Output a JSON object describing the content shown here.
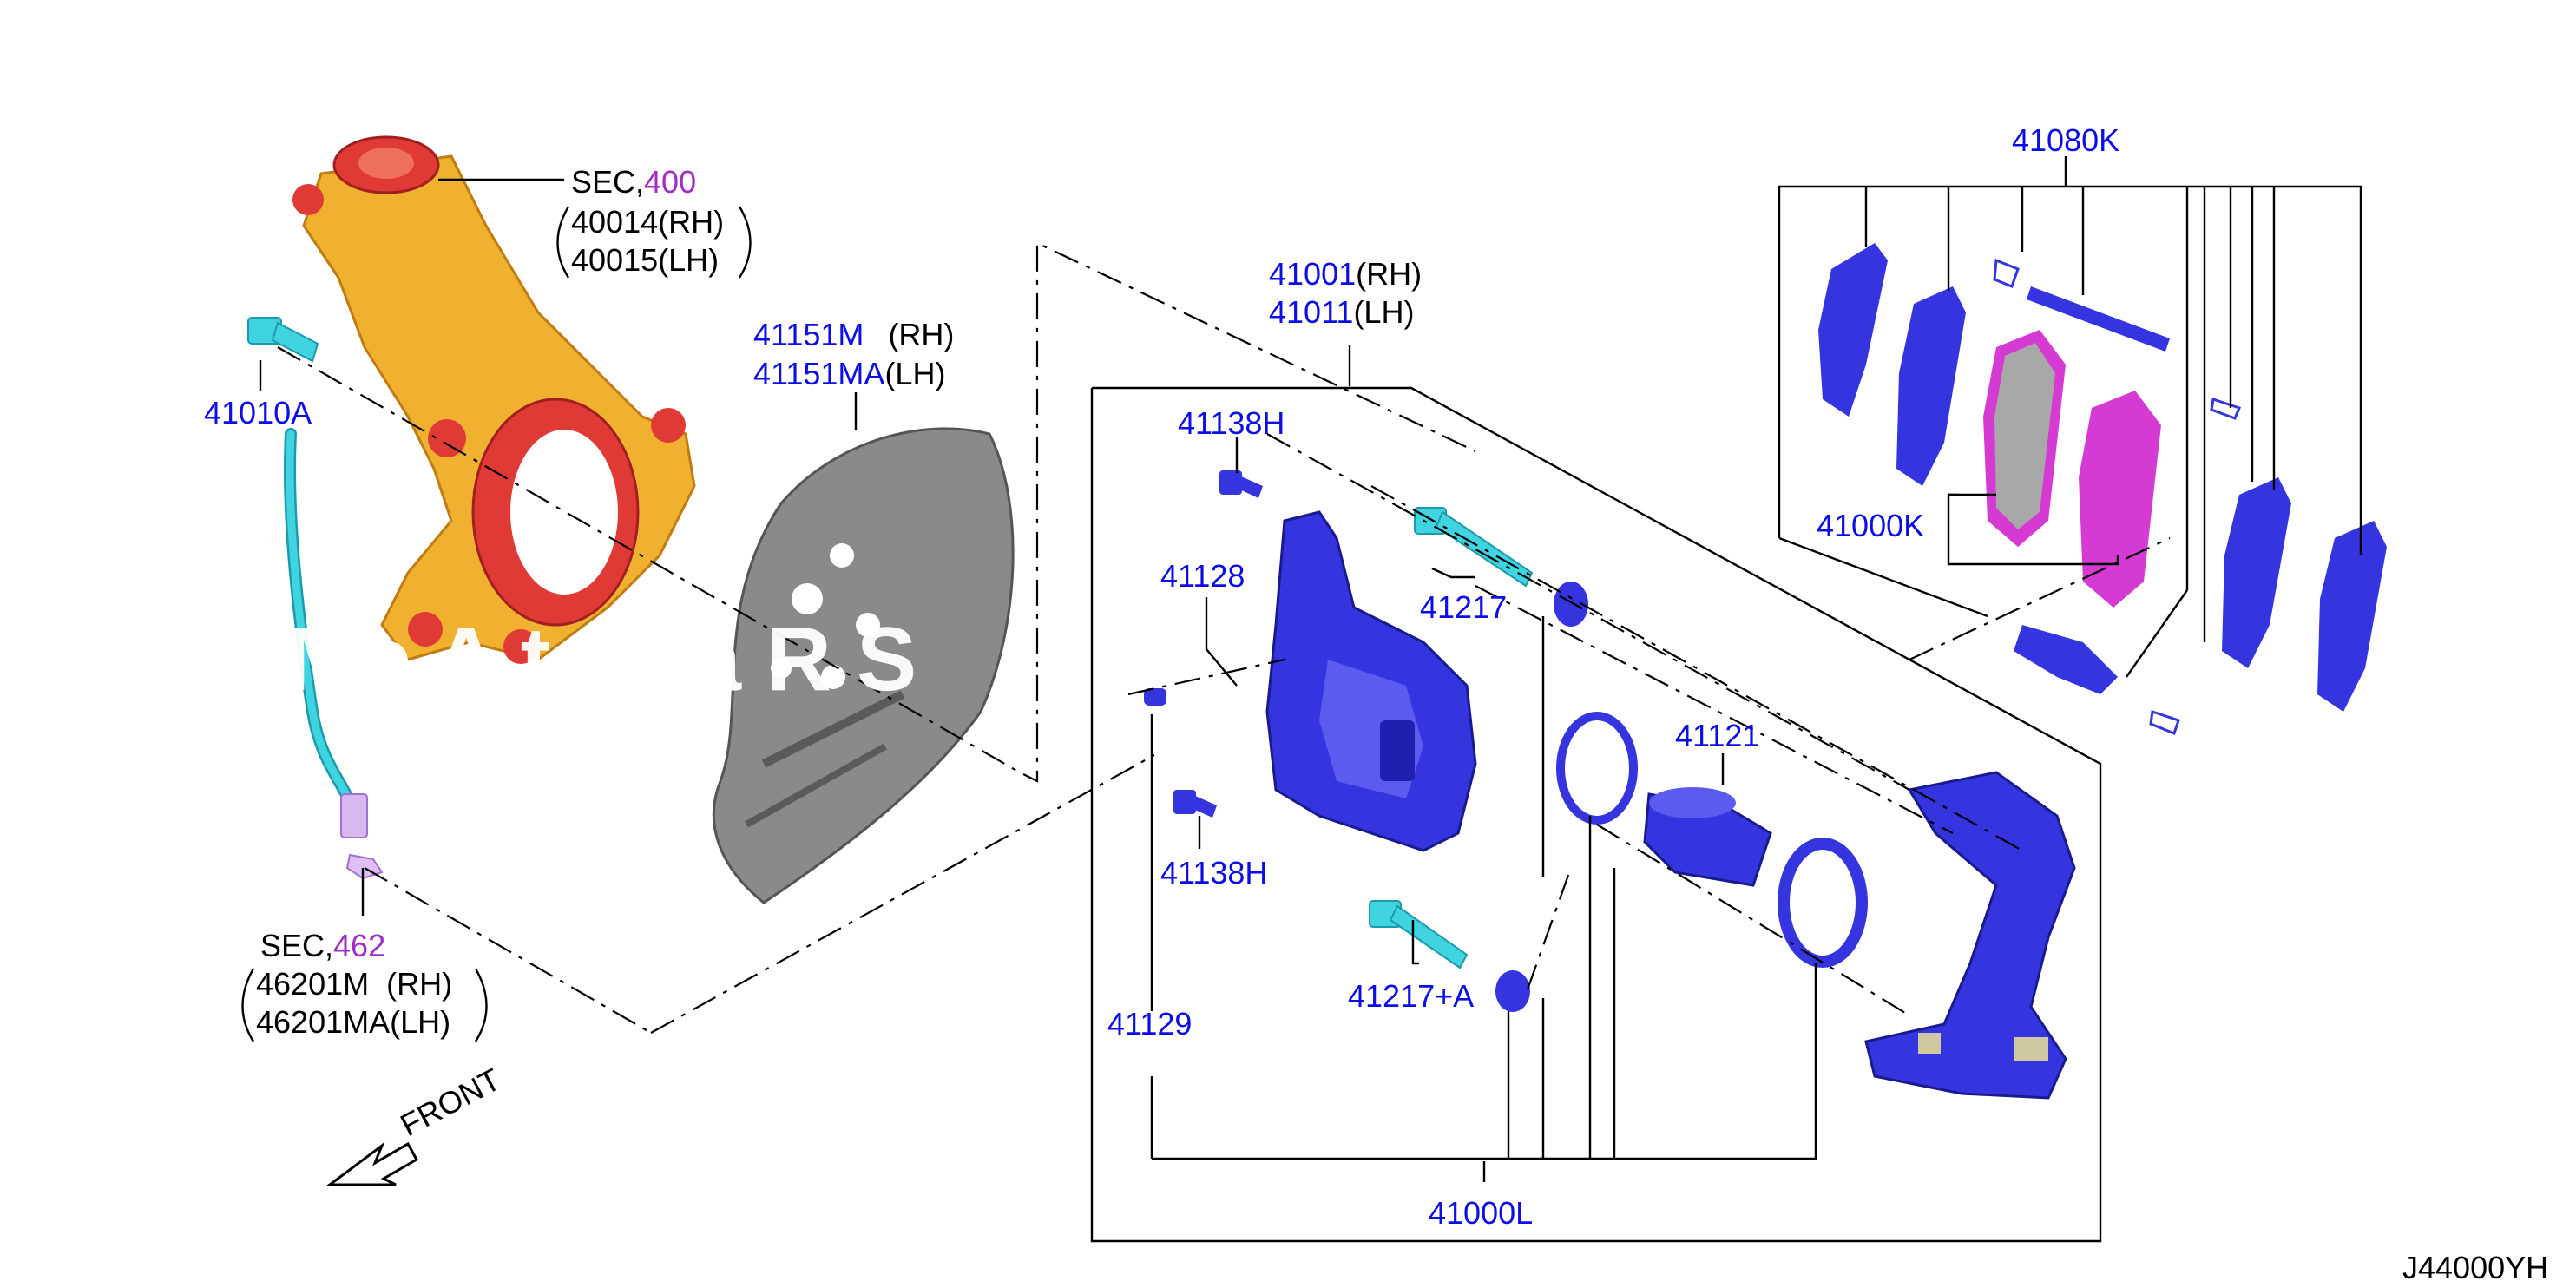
{
  "diagram_code": "J44000YH",
  "watermark": "Me   A   ts Ca      R S",
  "front_label": "FRONT",
  "colors": {
    "part_number": "#0d0ee6",
    "section_number": "#a12bc4",
    "knuckle": "#f0b030",
    "knuckle_red": "#e03a36",
    "caliper": "#3535e0",
    "hose": "#3fd4e0",
    "pad_pink": "#d53ad3",
    "shield": "#8a8a8a"
  },
  "labels": {
    "sec400": {
      "sec": "SEC,",
      "num": "400",
      "rh": "40014(RH)",
      "lh": "40015(LH)"
    },
    "sec462": {
      "sec": "SEC,",
      "num": "462",
      "rh_num": "46201M",
      "rh_tag": "(RH)",
      "lh_num": "46201MA",
      "lh_tag": "(LH)"
    },
    "bolt_41010A": "41010A",
    "shield": {
      "rh_num": "41151M",
      "rh_tag": "(RH)",
      "lh_num": "41151MA",
      "lh_tag": "(LH)"
    },
    "caliper_assy": {
      "rh_num": "41001",
      "rh_tag": "(RH)",
      "lh_num": "41011",
      "lh_tag": "(LH)"
    },
    "bolt_top": "41138H",
    "bolt_bottom": "41138H",
    "bleeder": "41128",
    "cap": "41129",
    "pin_top": "41217",
    "pin_bottom": "41217+A",
    "piston": "41121",
    "seal_kit": "41000L",
    "pad_kit": "41080K",
    "pad_set": "41000K"
  }
}
